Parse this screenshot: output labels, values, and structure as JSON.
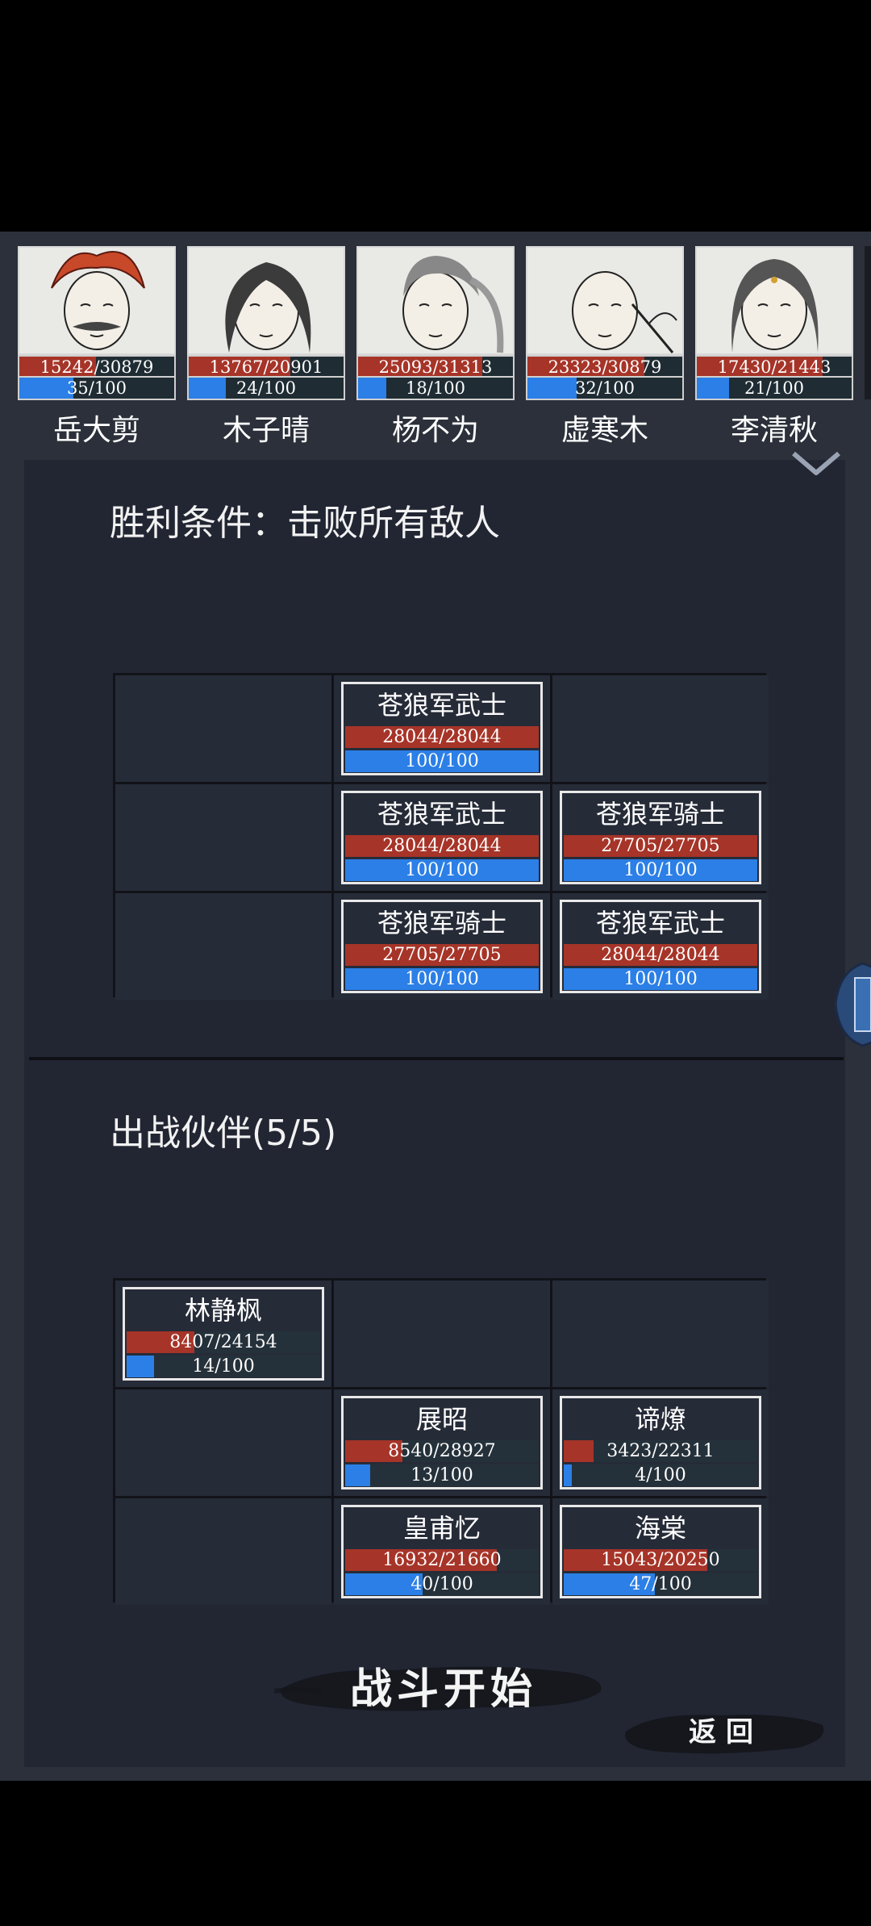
{
  "colors": {
    "hp": "#a63428",
    "mp": "#2b7fe6",
    "panel": "#222633",
    "background": "#2b303a"
  },
  "party": [
    {
      "name": "岳大剪",
      "hp_text": "15242/30879",
      "hp": 15242,
      "hp_max": 30879,
      "mp_text": "35/100",
      "mp": 35
    },
    {
      "name": "木子晴",
      "hp_text": "13767/20901",
      "hp": 13767,
      "hp_max": 20901,
      "mp_text": "24/100",
      "mp": 24
    },
    {
      "name": "杨不为",
      "hp_text": "25093/31313",
      "hp": 25093,
      "hp_max": 31313,
      "mp_text": "18/100",
      "mp": 18
    },
    {
      "name": "虚寒木",
      "hp_text": "23323/30879",
      "hp": 23323,
      "hp_max": 30879,
      "mp_text": "32/100",
      "mp": 32
    },
    {
      "name": "李清秋",
      "hp_text": "17430/21443",
      "hp": 17430,
      "hp_max": 21443,
      "mp_text": "21/100",
      "mp": 21
    }
  ],
  "victory": {
    "title": "胜利条件：击败所有敌人"
  },
  "enemies": [
    {
      "row": 0,
      "col": 1,
      "name": "苍狼军武士",
      "hp_text": "28044/28044",
      "hp": 28044,
      "hp_max": 28044,
      "mp_text": "100/100",
      "mp": 100
    },
    {
      "row": 1,
      "col": 1,
      "name": "苍狼军武士",
      "hp_text": "28044/28044",
      "hp": 28044,
      "hp_max": 28044,
      "mp_text": "100/100",
      "mp": 100
    },
    {
      "row": 1,
      "col": 2,
      "name": "苍狼军骑士",
      "hp_text": "27705/27705",
      "hp": 27705,
      "hp_max": 27705,
      "mp_text": "100/100",
      "mp": 100
    },
    {
      "row": 2,
      "col": 1,
      "name": "苍狼军骑士",
      "hp_text": "27705/27705",
      "hp": 27705,
      "hp_max": 27705,
      "mp_text": "100/100",
      "mp": 100
    },
    {
      "row": 2,
      "col": 2,
      "name": "苍狼军武士",
      "hp_text": "28044/28044",
      "hp": 28044,
      "hp_max": 28044,
      "mp_text": "100/100",
      "mp": 100
    }
  ],
  "allies_section": {
    "title": "出战伙伴(5/5)"
  },
  "allies": [
    {
      "row": 0,
      "col": 0,
      "name": "林静枫",
      "hp_text": "8407/24154",
      "hp": 8407,
      "hp_max": 24154,
      "mp_text": "14/100",
      "mp": 14
    },
    {
      "row": 1,
      "col": 1,
      "name": "展昭",
      "hp_text": "8540/28927",
      "hp": 8540,
      "hp_max": 28927,
      "mp_text": "13/100",
      "mp": 13
    },
    {
      "row": 1,
      "col": 2,
      "name": "谛燎",
      "hp_text": "3423/22311",
      "hp": 3423,
      "hp_max": 22311,
      "mp_text": "4/100",
      "mp": 4
    },
    {
      "row": 2,
      "col": 1,
      "name": "皇甫忆",
      "hp_text": "16932/21660",
      "hp": 16932,
      "hp_max": 21660,
      "mp_text": "40/100",
      "mp": 40
    },
    {
      "row": 2,
      "col": 2,
      "name": "海棠",
      "hp_text": "15043/20250",
      "hp": 15043,
      "hp_max": 20250,
      "mp_text": "47/100",
      "mp": 47
    }
  ],
  "buttons": {
    "start": "战斗开始",
    "back": "返回"
  }
}
